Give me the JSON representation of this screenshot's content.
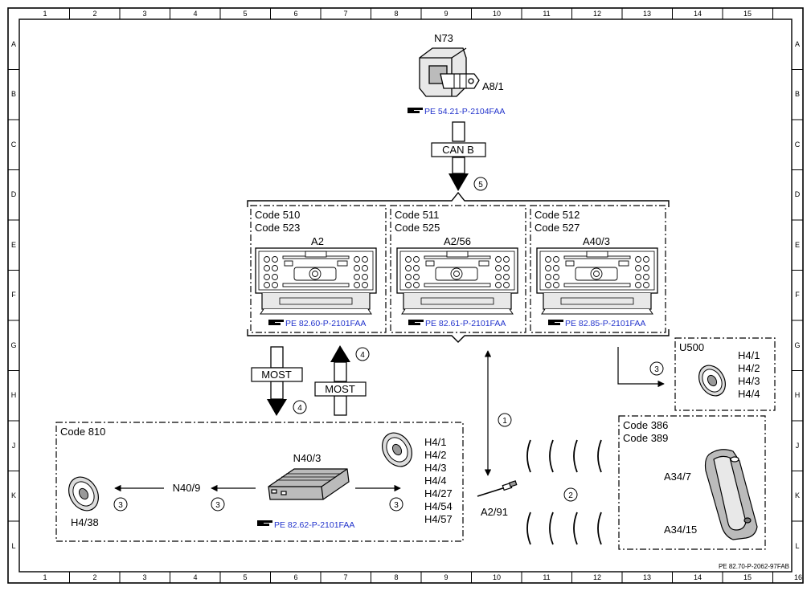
{
  "frame": {
    "col_labels": [
      "1",
      "2",
      "3",
      "4",
      "5",
      "6",
      "7",
      "8",
      "9",
      "10",
      "11",
      "12",
      "13",
      "14",
      "15",
      "16"
    ],
    "row_labels": [
      "A",
      "B",
      "C",
      "D",
      "E",
      "F",
      "G",
      "H",
      "J",
      "K",
      "L"
    ],
    "doc_ref": "PE 82.70-P-2062-97FAB"
  },
  "n73": {
    "title": "N73",
    "sub": "A8/1",
    "link": "PE 54.21-P-2104FAA"
  },
  "can": {
    "label": "CAN B",
    "step": "5"
  },
  "units": [
    {
      "codes": [
        "Code 510",
        "Code 523"
      ],
      "name": "A2",
      "link": "PE 82.60-P-2101FAA"
    },
    {
      "codes": [
        "Code 511",
        "Code 525"
      ],
      "name": "A2/56",
      "link": "PE 82.61-P-2101FAA"
    },
    {
      "codes": [
        "Code 512",
        "Code 527"
      ],
      "name": "A40/3",
      "link": "PE 82.85-P-2101FAA"
    }
  ],
  "most": {
    "down_label": "MOST",
    "down_step": "4",
    "up_label": "MOST",
    "up_step": "4"
  },
  "u500": {
    "title": "U500",
    "items": [
      "H4/1",
      "H4/2",
      "H4/3",
      "H4/4"
    ],
    "step": "3"
  },
  "code810": {
    "title": "Code 810",
    "amp": "N40/3",
    "amp_link": "PE 82.62-P-2101FAA",
    "left_label": "N40/9",
    "left_speaker": "H4/38",
    "speakers": [
      "H4/1",
      "H4/2",
      "H4/3",
      "H4/4",
      "H4/27",
      "H4/54",
      "H4/57"
    ],
    "steps": [
      "3",
      "3",
      "3"
    ]
  },
  "antenna": {
    "label": "A2/91",
    "link_step": "1",
    "wave_step": "2"
  },
  "phone": {
    "codes": [
      "Code 386",
      "Code 389"
    ],
    "top": "A34/7",
    "bottom": "A34/15"
  }
}
